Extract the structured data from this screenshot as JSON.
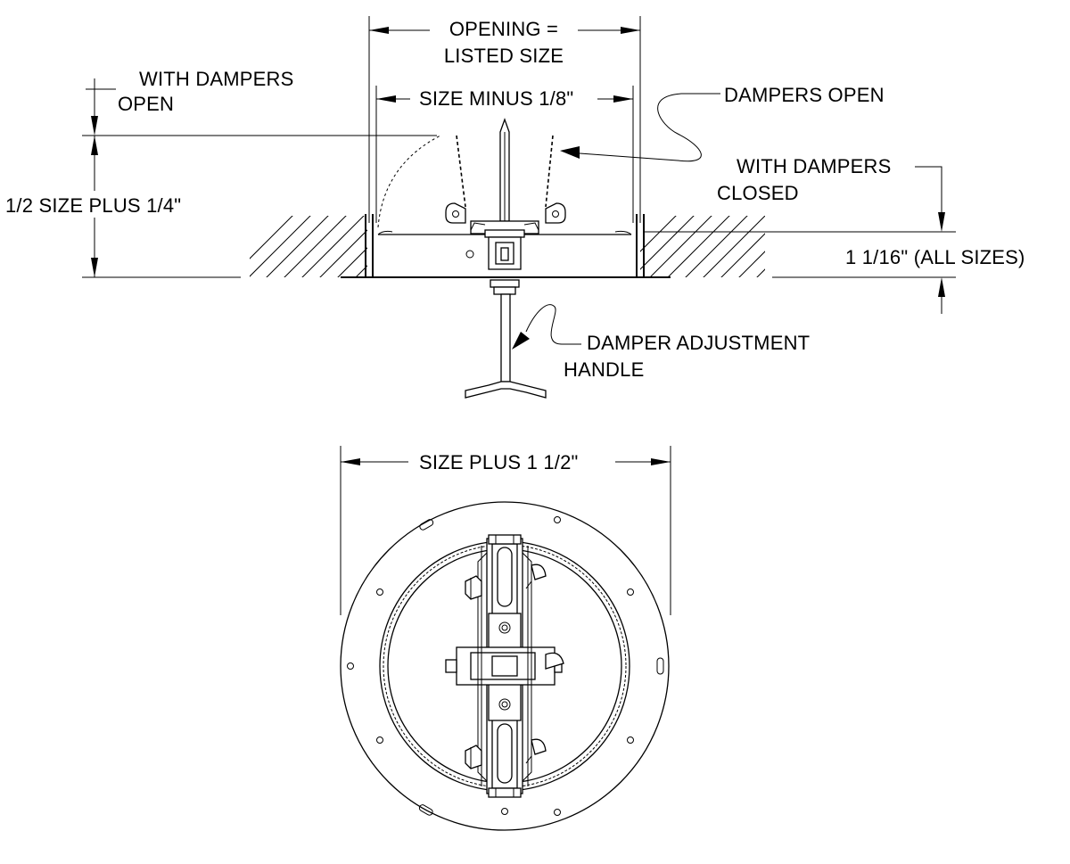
{
  "labels": {
    "opening_line1": "OPENING =",
    "opening_line2": "LISTED SIZE",
    "size_minus": "SIZE MINUS 1/8\"",
    "dampers_open": "DAMPERS OPEN",
    "with_dampers_open_line1": "WITH DAMPERS",
    "with_dampers_open_line2": "OPEN",
    "with_dampers_closed_line1": "WITH DAMPERS",
    "with_dampers_closed_line2": "CLOSED",
    "half_size": "1/2 SIZE PLUS 1/4\"",
    "all_sizes": "1 1/16\" (ALL SIZES)",
    "handle_line1": "DAMPER ADJUSTMENT",
    "handle_line2": "HANDLE",
    "size_plus": "SIZE PLUS 1 1/2\""
  }
}
